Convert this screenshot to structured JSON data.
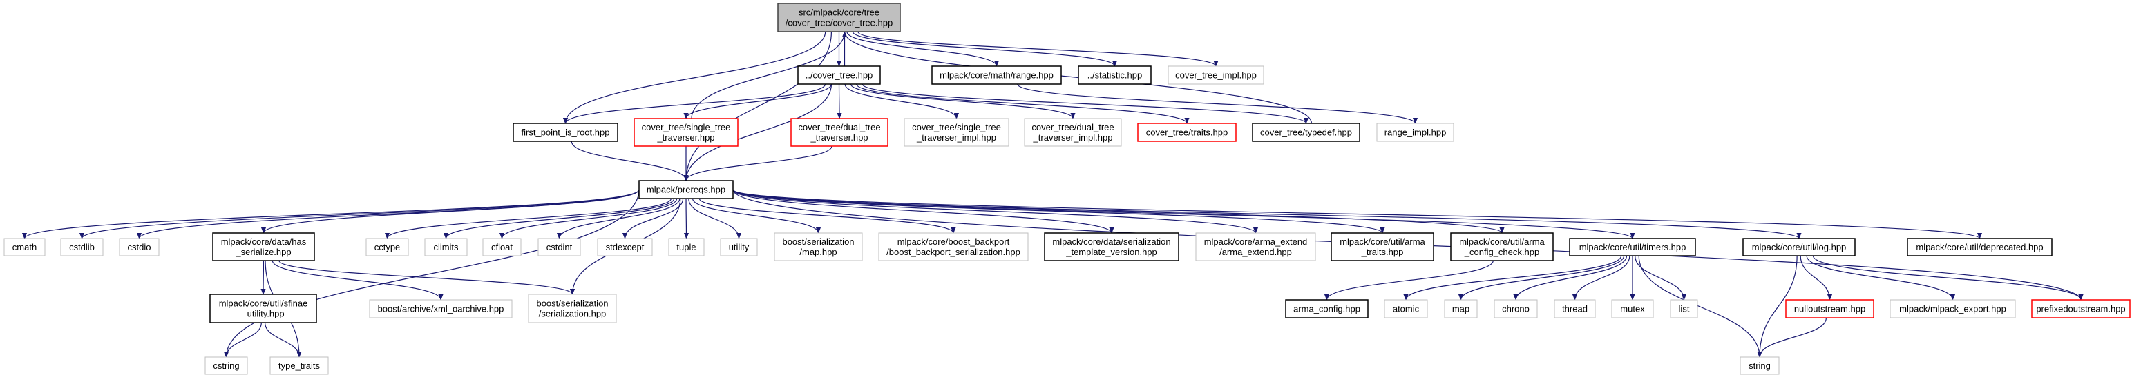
{
  "graph": {
    "edge_color": "#191970",
    "styles": {
      "root": {
        "fill": "#bfbfbf",
        "stroke": "#404040"
      },
      "documented": {
        "fill": "#ffffff",
        "stroke": "#000000"
      },
      "external": {
        "fill": "#ffffff",
        "stroke": "#bfbfbf"
      },
      "truncated": {
        "fill": "#ffffff",
        "stroke": "#ff0000"
      }
    },
    "nodes": {
      "root": {
        "lines": [
          "src/mlpack/core/tree",
          "/cover_tree/cover_tree.hpp"
        ],
        "style": "root"
      },
      "cover_tree": {
        "lines": [
          "../cover_tree.hpp"
        ],
        "style": "documented"
      },
      "range": {
        "lines": [
          "mlpack/core/math/range.hpp"
        ],
        "style": "documented"
      },
      "statistic": {
        "lines": [
          "../statistic.hpp"
        ],
        "style": "documented"
      },
      "cover_tree_impl": {
        "lines": [
          "cover_tree_impl.hpp"
        ],
        "style": "external"
      },
      "first_point": {
        "lines": [
          "first_point_is_root.hpp"
        ],
        "style": "documented"
      },
      "single_trav": {
        "lines": [
          "cover_tree/single_tree",
          "_traverser.hpp"
        ],
        "style": "truncated"
      },
      "dual_trav": {
        "lines": [
          "cover_tree/dual_tree",
          "_traverser.hpp"
        ],
        "style": "truncated"
      },
      "single_impl": {
        "lines": [
          "cover_tree/single_tree",
          "_traverser_impl.hpp"
        ],
        "style": "external"
      },
      "dual_impl": {
        "lines": [
          "cover_tree/dual_tree",
          "_traverser_impl.hpp"
        ],
        "style": "external"
      },
      "traits": {
        "lines": [
          "cover_tree/traits.hpp"
        ],
        "style": "truncated"
      },
      "typedef": {
        "lines": [
          "cover_tree/typedef.hpp"
        ],
        "style": "documented"
      },
      "range_impl": {
        "lines": [
          "range_impl.hpp"
        ],
        "style": "external"
      },
      "prereqs": {
        "lines": [
          "mlpack/prereqs.hpp"
        ],
        "style": "documented"
      },
      "cmath": {
        "lines": [
          "cmath"
        ],
        "style": "external"
      },
      "cstdlib": {
        "lines": [
          "cstdlib"
        ],
        "style": "external"
      },
      "cstdio": {
        "lines": [
          "cstdio"
        ],
        "style": "external"
      },
      "has_serialize": {
        "lines": [
          "mlpack/core/data/has",
          "_serialize.hpp"
        ],
        "style": "documented"
      },
      "cctype": {
        "lines": [
          "cctype"
        ],
        "style": "external"
      },
      "climits": {
        "lines": [
          "climits"
        ],
        "style": "external"
      },
      "cfloat": {
        "lines": [
          "cfloat"
        ],
        "style": "external"
      },
      "cstdint": {
        "lines": [
          "cstdint"
        ],
        "style": "external"
      },
      "stdexcept": {
        "lines": [
          "stdexcept"
        ],
        "style": "external"
      },
      "tuple": {
        "lines": [
          "tuple"
        ],
        "style": "external"
      },
      "utility": {
        "lines": [
          "utility"
        ],
        "style": "external"
      },
      "boost_map": {
        "lines": [
          "boost/serialization",
          "/map.hpp"
        ],
        "style": "external"
      },
      "boost_backport": {
        "lines": [
          "mlpack/core/boost_backport",
          "/boost_backport_serialization.hpp"
        ],
        "style": "external"
      },
      "ser_template": {
        "lines": [
          "mlpack/core/data/serialization",
          "_template_version.hpp"
        ],
        "style": "documented"
      },
      "arma_extend": {
        "lines": [
          "mlpack/core/arma_extend",
          "/arma_extend.hpp"
        ],
        "style": "external"
      },
      "arma_traits": {
        "lines": [
          "mlpack/core/util/arma",
          "_traits.hpp"
        ],
        "style": "documented"
      },
      "arma_config_check": {
        "lines": [
          "mlpack/core/util/arma",
          "_config_check.hpp"
        ],
        "style": "documented"
      },
      "timers": {
        "lines": [
          "mlpack/core/util/timers.hpp"
        ],
        "style": "documented"
      },
      "log": {
        "lines": [
          "mlpack/core/util/log.hpp"
        ],
        "style": "documented"
      },
      "deprecated": {
        "lines": [
          "mlpack/core/util/deprecated.hpp"
        ],
        "style": "documented"
      },
      "sfinae": {
        "lines": [
          "mlpack/core/util/sfinae",
          "_utility.hpp"
        ],
        "style": "documented"
      },
      "xml_oarchive": {
        "lines": [
          "boost/archive/xml_oarchive.hpp"
        ],
        "style": "external"
      },
      "boost_ser": {
        "lines": [
          "boost/serialization",
          "/serialization.hpp"
        ],
        "style": "external"
      },
      "arma_config": {
        "lines": [
          "arma_config.hpp"
        ],
        "style": "documented"
      },
      "atomic": {
        "lines": [
          "atomic"
        ],
        "style": "external"
      },
      "map": {
        "lines": [
          "map"
        ],
        "style": "external"
      },
      "chrono": {
        "lines": [
          "chrono"
        ],
        "style": "external"
      },
      "thread": {
        "lines": [
          "thread"
        ],
        "style": "external"
      },
      "mutex": {
        "lines": [
          "mutex"
        ],
        "style": "external"
      },
      "list": {
        "lines": [
          "list"
        ],
        "style": "external"
      },
      "nulloutstream": {
        "lines": [
          "nulloutstream.hpp"
        ],
        "style": "truncated"
      },
      "mlpack_export": {
        "lines": [
          "mlpack/mlpack_export.hpp"
        ],
        "style": "external"
      },
      "prefixedoutstream": {
        "lines": [
          "prefixedoutstream.hpp"
        ],
        "style": "truncated"
      },
      "cstring": {
        "lines": [
          "cstring"
        ],
        "style": "external"
      },
      "type_traits": {
        "lines": [
          "type_traits"
        ],
        "style": "external"
      },
      "string": {
        "lines": [
          "string"
        ],
        "style": "external"
      }
    },
    "edges": [
      [
        "root",
        "cover_tree"
      ],
      [
        "root",
        "range"
      ],
      [
        "root",
        "statistic"
      ],
      [
        "root",
        "cover_tree_impl"
      ],
      [
        "root",
        "first_point"
      ],
      [
        "root",
        "prereqs"
      ],
      [
        "cover_tree",
        "root"
      ],
      [
        "single_trav",
        "root"
      ],
      [
        "typedef",
        "root"
      ],
      [
        "cover_tree",
        "first_point"
      ],
      [
        "cover_tree",
        "single_trav"
      ],
      [
        "cover_tree",
        "dual_trav"
      ],
      [
        "cover_tree",
        "single_impl"
      ],
      [
        "cover_tree",
        "dual_impl"
      ],
      [
        "cover_tree",
        "traits"
      ],
      [
        "cover_tree",
        "typedef"
      ],
      [
        "cover_tree",
        "prereqs"
      ],
      [
        "range",
        "range_impl"
      ],
      [
        "first_point",
        "prereqs"
      ],
      [
        "single_trav",
        "prereqs"
      ],
      [
        "dual_trav",
        "prereqs"
      ],
      [
        "prereqs",
        "cmath"
      ],
      [
        "prereqs",
        "cstdlib"
      ],
      [
        "prereqs",
        "cstdio"
      ],
      [
        "prereqs",
        "has_serialize"
      ],
      [
        "prereqs",
        "cctype"
      ],
      [
        "prereqs",
        "climits"
      ],
      [
        "prereqs",
        "cfloat"
      ],
      [
        "prereqs",
        "cstdint"
      ],
      [
        "prereqs",
        "stdexcept"
      ],
      [
        "prereqs",
        "tuple"
      ],
      [
        "prereqs",
        "utility"
      ],
      [
        "prereqs",
        "boost_map"
      ],
      [
        "prereqs",
        "boost_backport"
      ],
      [
        "prereqs",
        "ser_template"
      ],
      [
        "prereqs",
        "arma_extend"
      ],
      [
        "prereqs",
        "arma_traits"
      ],
      [
        "prereqs",
        "arma_config_check"
      ],
      [
        "prereqs",
        "timers"
      ],
      [
        "prereqs",
        "log"
      ],
      [
        "prereqs",
        "deprecated"
      ],
      [
        "prereqs",
        "prefixedoutstream"
      ],
      [
        "prereqs",
        "cstring"
      ],
      [
        "prereqs",
        "boost_ser"
      ],
      [
        "has_serialize",
        "sfinae"
      ],
      [
        "has_serialize",
        "xml_oarchive"
      ],
      [
        "has_serialize",
        "boost_ser"
      ],
      [
        "has_serialize",
        "type_traits"
      ],
      [
        "sfinae",
        "cstring"
      ],
      [
        "sfinae",
        "type_traits"
      ],
      [
        "arma_config_check",
        "arma_config"
      ],
      [
        "timers",
        "atomic"
      ],
      [
        "timers",
        "map"
      ],
      [
        "timers",
        "chrono"
      ],
      [
        "timers",
        "thread"
      ],
      [
        "timers",
        "mutex"
      ],
      [
        "timers",
        "list"
      ],
      [
        "timers",
        "string"
      ],
      [
        "log",
        "string"
      ],
      [
        "log",
        "nulloutstream"
      ],
      [
        "log",
        "mlpack_export"
      ],
      [
        "log",
        "prefixedoutstream"
      ],
      [
        "nulloutstream",
        "string"
      ]
    ]
  }
}
